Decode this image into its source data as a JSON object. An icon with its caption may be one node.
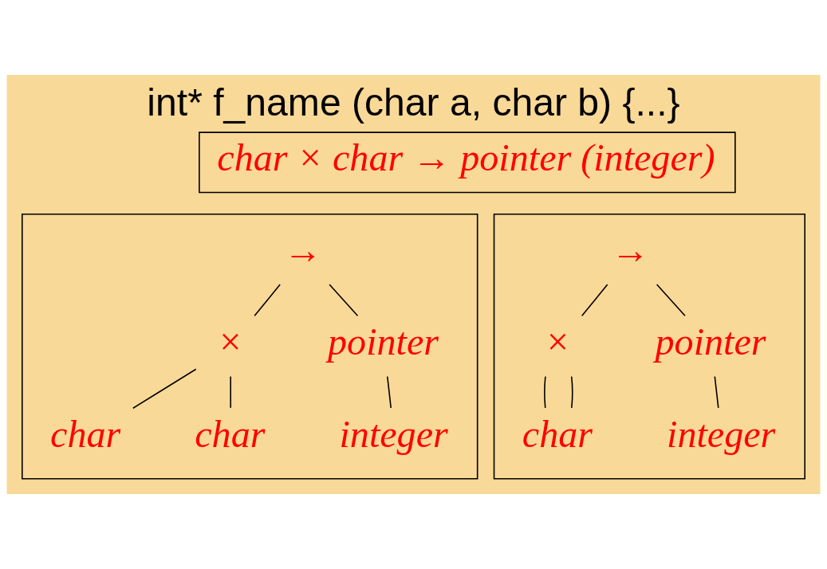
{
  "diagram": {
    "title": "int* f_name (char a, char b) {...}",
    "nodes": [
      {
        "text": [
          "char × char → pointer (integer)"
        ]
      },
      {
        "text": [],
        "shape": "box"
      },
      {
        "text": [
          "→"
        ],
        "in": 1
      },
      {
        "text": [
          "×"
        ],
        "in": 1
      },
      {
        "text": [
          "pointer"
        ],
        "in": 1
      },
      {
        "text": [
          "char"
        ],
        "in": 1
      },
      {
        "text": [
          "char"
        ],
        "in": 1
      },
      {
        "text": [
          "integer"
        ],
        "in": 1
      },
      {
        "text": [],
        "shape": "box"
      },
      {
        "text": [
          "→"
        ],
        "in": 8
      },
      {
        "text": [
          "×"
        ],
        "in": 8
      },
      {
        "text": [
          "pointer"
        ],
        "in": 8
      },
      {
        "text": [
          "char"
        ],
        "in": 8
      },
      {
        "text": [
          "integer"
        ],
        "in": 8
      }
    ],
    "edges": [
      {
        "from": 2,
        "to": 3,
        "arrow": "none"
      },
      {
        "from": 2,
        "to": 4,
        "arrow": "none"
      },
      {
        "from": 3,
        "to": 5,
        "arrow": "none"
      },
      {
        "from": 3,
        "to": 6,
        "arrow": "none"
      },
      {
        "from": 4,
        "to": 7,
        "arrow": "none"
      },
      {
        "from": 9,
        "to": 10,
        "arrow": "none"
      },
      {
        "from": 9,
        "to": 11,
        "arrow": "none"
      },
      {
        "from": 10,
        "to": 12,
        "arrow": "none"
      },
      {
        "from": 10,
        "to": 12,
        "arrow": "none"
      },
      {
        "from": 11,
        "to": 13,
        "arrow": "none"
      }
    ]
  }
}
